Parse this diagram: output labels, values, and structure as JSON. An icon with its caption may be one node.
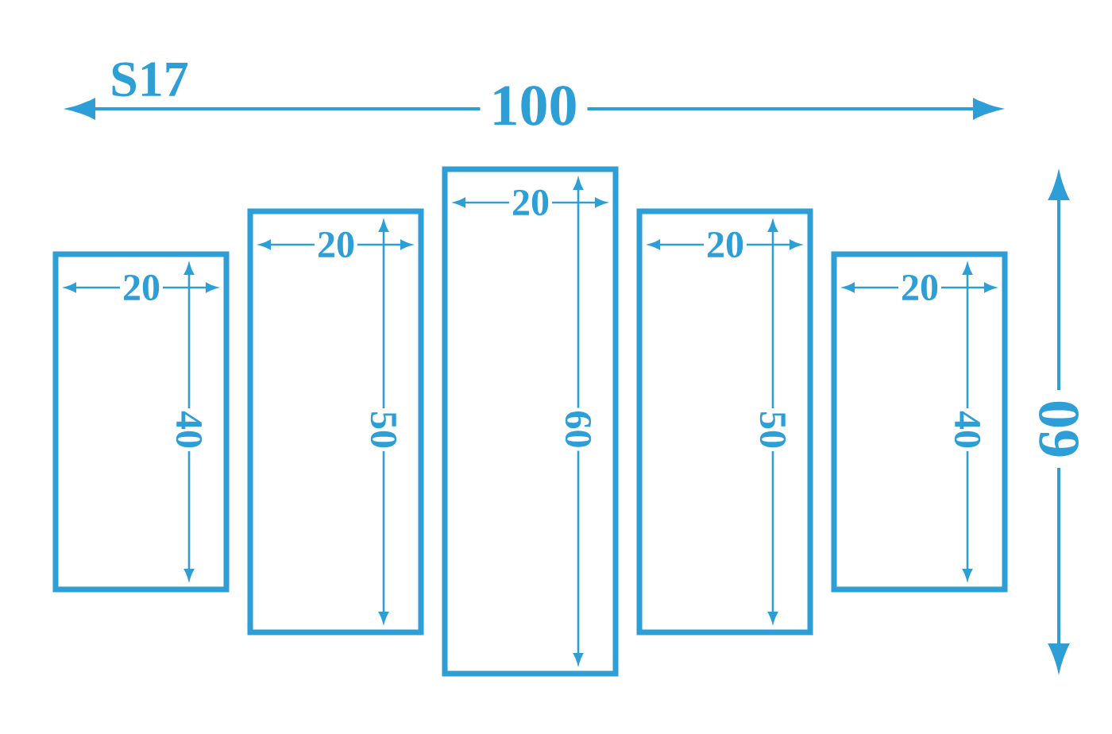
{
  "diagram": {
    "nodes": [
      {
        "text": [
          "20",
          "40"
        ]
      },
      {
        "text": [
          "20",
          "50"
        ]
      },
      {
        "text": [
          "20",
          "60"
        ]
      },
      {
        "text": [
          "20",
          "50"
        ]
      },
      {
        "text": [
          "20",
          "40"
        ]
      }
    ],
    "labels": [
      "S17",
      "100",
      "60"
    ]
  }
}
